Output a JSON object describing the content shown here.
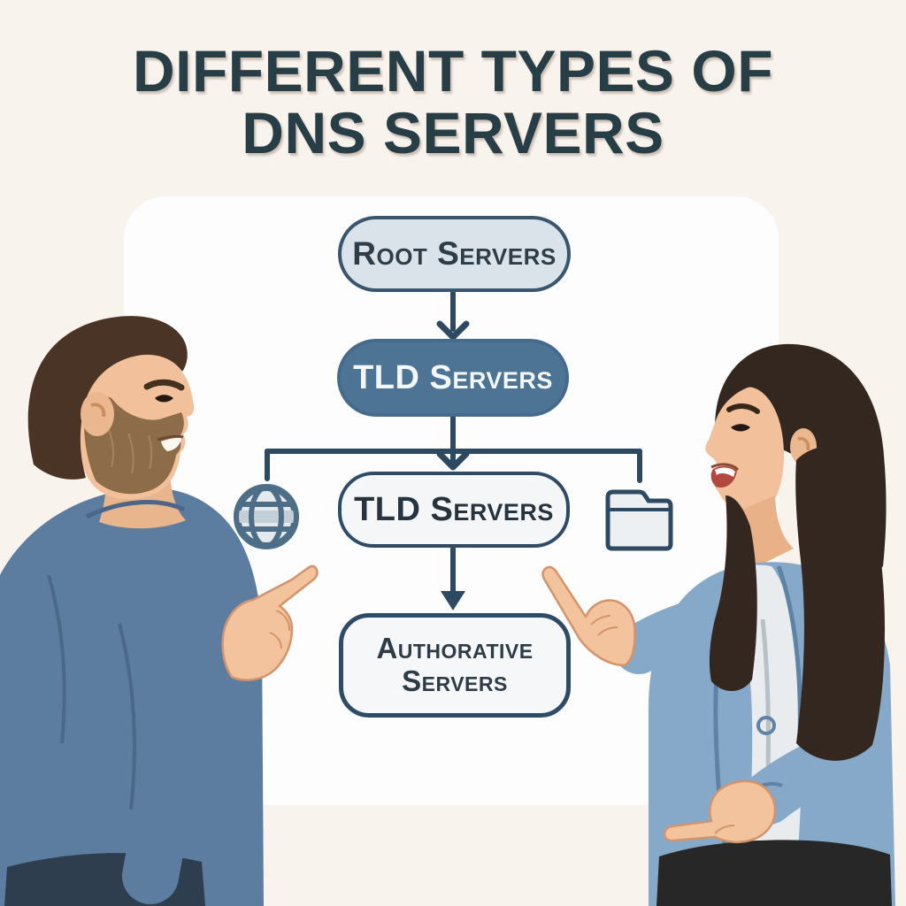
{
  "title": {
    "line1": "DIFFERENT TYPES OF",
    "line2": "DNS SERVERS"
  },
  "flowchart": {
    "nodes": [
      {
        "label": "Root Servers",
        "style": "light-blue-pill"
      },
      {
        "label": "TLD Servers",
        "style": "solid-blue-pill"
      },
      {
        "label": "TLD Servers",
        "style": "white-pill"
      },
      {
        "label": "Authorative Servers",
        "style": "white-rounded-rect"
      }
    ],
    "icons": [
      {
        "name": "globe-icon",
        "position": "left-of-third-node"
      },
      {
        "name": "folder-icon",
        "position": "right-of-third-node"
      }
    ]
  },
  "illustration": {
    "left_person": "man with beard in blue sweater pointing at diagram",
    "right_person": "woman with long dark hair in blue blazer pointing at diagram"
  },
  "palette": {
    "background": "#f9f3ed",
    "panel": "#fdfdfd",
    "title_text": "#273e47",
    "connector": "#2e4a63",
    "node_light_fill": "#dbe3ea",
    "node_solid_fill": "#4d7495",
    "node_white_fill": "#f5f6f7",
    "node_border": "#2e4c67",
    "node_text_dark": "#2c3b46",
    "node_text_light": "#f3f7f9",
    "skin": "#f3c19c",
    "man_hair": "#4a3426",
    "man_beard": "#8d6c49",
    "man_sweater": "#5d7da0",
    "man_pants": "#2e3e4e",
    "woman_hair": "#342720",
    "woman_blazer": "#87a9c9",
    "woman_top": "#e8ecef",
    "woman_pants": "#272727"
  }
}
